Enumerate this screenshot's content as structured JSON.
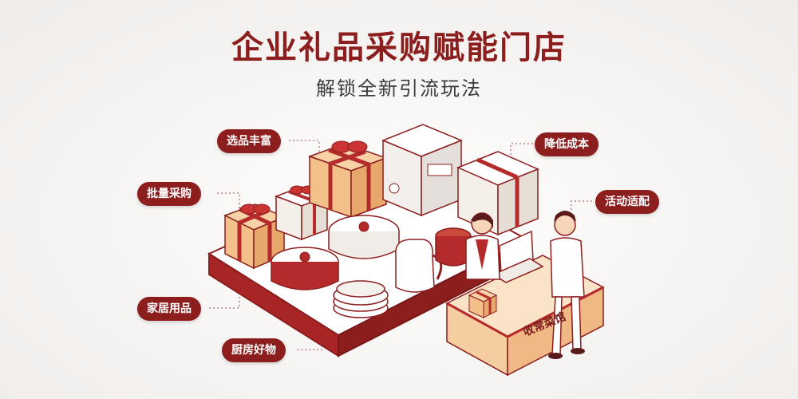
{
  "header": {
    "title": "企业礼品采购赋能门店",
    "subtitle": "解锁全新引流玩法"
  },
  "tags": {
    "variety": "选品丰富",
    "bulk": "批量采购",
    "home": "家居用品",
    "kitchen": "厨房好物",
    "cost": "降低成本",
    "activity": "活动适配"
  },
  "counter": {
    "sign": "收常菜馆"
  },
  "colors": {
    "brand_red": "#8c1e1e",
    "accent_red": "#b52a2a",
    "gift_orange": "#f4c08a",
    "counter_tan": "#f6cda0"
  }
}
